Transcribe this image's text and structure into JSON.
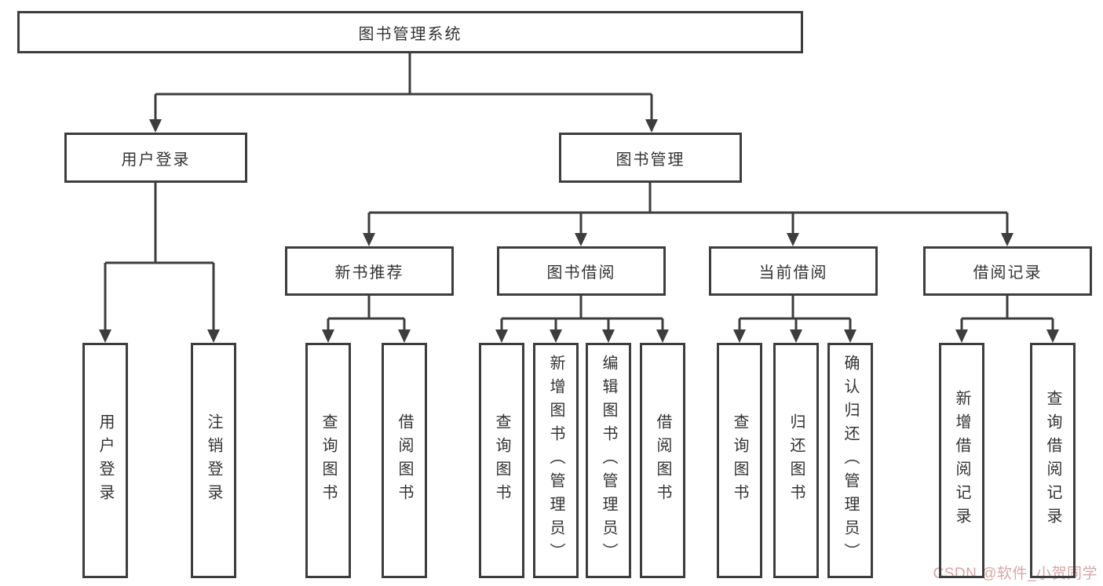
{
  "root": {
    "label": "图书管理系统"
  },
  "branches": [
    {
      "label": "用户登录",
      "children": [
        {
          "label": "用户登录"
        },
        {
          "label": "注销登录"
        }
      ]
    },
    {
      "label": "图书管理",
      "groups": [
        {
          "label": "新书推荐",
          "children": [
            {
              "label": "查询图书"
            },
            {
              "label": "借阅图书"
            }
          ]
        },
        {
          "label": "图书借阅",
          "children": [
            {
              "label": "查询图书"
            },
            {
              "label": "新增图书（管理员）"
            },
            {
              "label": "编辑图书（管理员）"
            },
            {
              "label": "借阅图书"
            }
          ]
        },
        {
          "label": "当前借阅",
          "children": [
            {
              "label": "查询图书"
            },
            {
              "label": "归还图书"
            },
            {
              "label": "确认归还（管理员）"
            }
          ]
        },
        {
          "label": "借阅记录",
          "children": [
            {
              "label": "新增借阅记录"
            },
            {
              "label": "查询借阅记录"
            }
          ]
        }
      ]
    }
  ],
  "watermark": {
    "text": "CSDN @软件_小贺同学"
  },
  "colors": {
    "line": "#3d3d3d",
    "text": "#333333",
    "watermark": "#d8a5a5"
  }
}
